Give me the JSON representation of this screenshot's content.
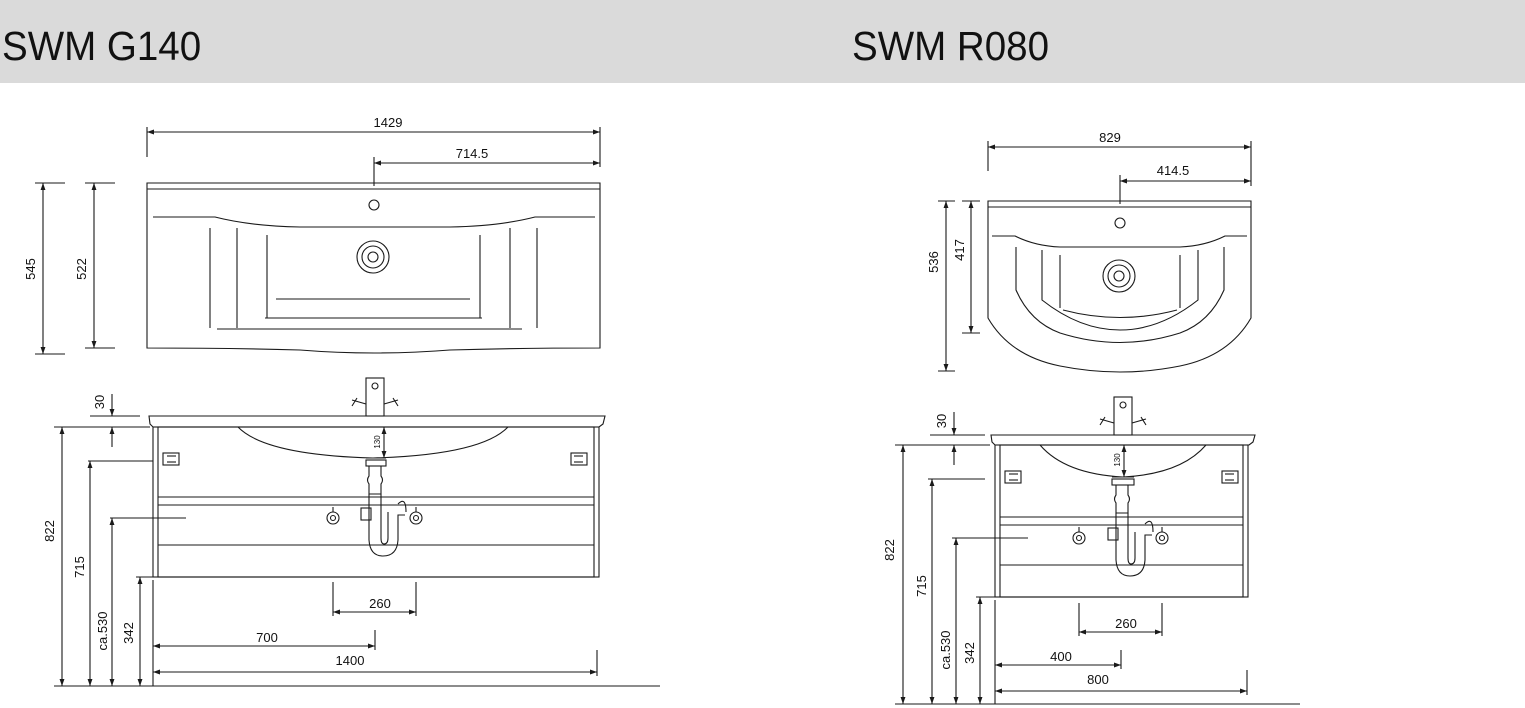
{
  "header": {
    "left_title": "SWM G140",
    "right_title": "SWM R080"
  },
  "left_drawing": {
    "dims": {
      "overall_width": "1429",
      "tap_offset": "714.5",
      "basin_depth": "545",
      "bowl_depth": "522",
      "top_thickness": "30",
      "drain_depth": "130",
      "overall_height": "822",
      "cabinet_height": "715",
      "siphon_height": "ca.530",
      "plinth_height": "342",
      "siphon_width": "260",
      "center_offset": "700",
      "cabinet_width": "1400"
    }
  },
  "right_drawing": {
    "dims": {
      "overall_width": "829",
      "tap_offset": "414.5",
      "basin_depth": "536",
      "bowl_depth": "417",
      "top_thickness": "30",
      "drain_depth": "130",
      "overall_height": "822",
      "cabinet_height": "715",
      "siphon_height": "ca.530",
      "plinth_height": "342",
      "siphon_width": "260",
      "center_offset": "400",
      "cabinet_width": "800"
    }
  },
  "colors": {
    "band": "#dadada",
    "line": "#1a1a1a"
  }
}
